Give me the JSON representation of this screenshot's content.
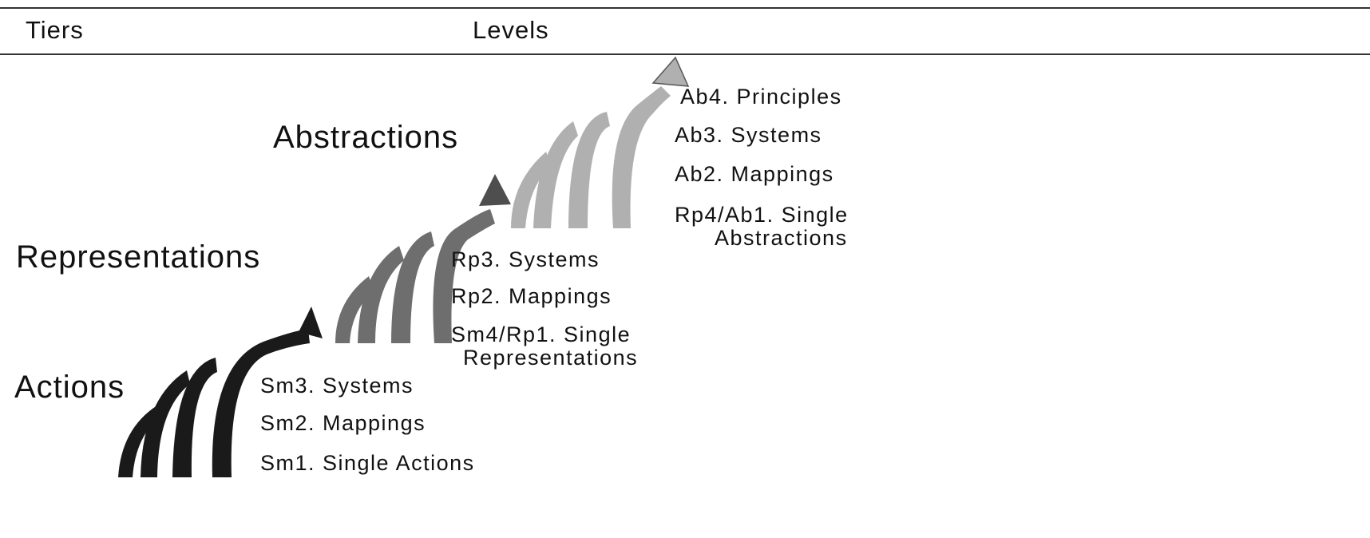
{
  "header": {
    "tiers_heading": "Tiers",
    "levels_heading": "Levels"
  },
  "tiers": [
    {
      "label": "Actions",
      "color": "#1a1a1a"
    },
    {
      "label": "Representations",
      "color": "#6e6e6e"
    },
    {
      "label": "Abstractions",
      "color": "#b0b0b0"
    }
  ],
  "levels": {
    "sm1": "Sm1. Single Actions",
    "sm2": "Sm2. Mappings",
    "sm3": "Sm3. Systems",
    "sm4_rp1": {
      "line1": "Sm4/Rp1. Single",
      "line2": "Representations"
    },
    "rp2": "Rp2. Mappings",
    "rp3": "Rp3. Systems",
    "rp4_ab1": {
      "line1": "Rp4/Ab1. Single",
      "line2": "Abstractions"
    },
    "ab2": "Ab2. Mappings",
    "ab3": "Ab3. Systems",
    "ab4": "Ab4. Principles"
  }
}
